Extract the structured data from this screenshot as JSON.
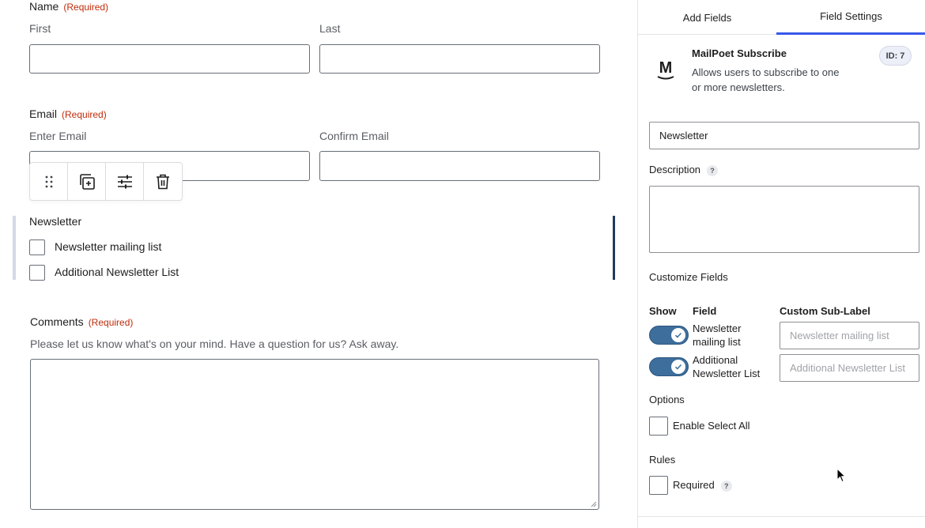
{
  "form": {
    "name": {
      "label": "Name",
      "required": "(Required)",
      "first": "First",
      "last": "Last"
    },
    "email": {
      "label": "Email",
      "required": "(Required)",
      "enter": "Enter Email",
      "confirm": "Confirm Email"
    },
    "newsletter": {
      "label": "Newsletter",
      "options": [
        "Newsletter mailing list",
        "Additional Newsletter List"
      ]
    },
    "comments": {
      "label": "Comments",
      "required": "(Required)",
      "description": "Please let us know what's on your mind. Have a question for us? Ask away."
    },
    "toolbar_icons": [
      "drag-handle-icon",
      "duplicate-icon",
      "settings-sliders-icon",
      "trash-icon"
    ]
  },
  "panel": {
    "tabs": [
      "Add Fields",
      "Field Settings"
    ],
    "active_tab": "Field Settings",
    "field": {
      "title": "MailPoet Subscribe",
      "description_line1": "Allows users to subscribe to one",
      "description_line2": "or more newsletters.",
      "id_badge": "ID: 7"
    },
    "label_value": "Newsletter",
    "description_label": "Description",
    "help_glyph": "?",
    "customize_label": "Customize Fields",
    "columns": {
      "show": "Show",
      "field": "Field",
      "sub_label": "Custom Sub-Label"
    },
    "rows": [
      {
        "field_line1": "Newsletter",
        "field_line2": "mailing list",
        "placeholder": "Newsletter mailing list",
        "enabled": true
      },
      {
        "field_line1": "Additional",
        "field_line2": "Newsletter List",
        "placeholder": "Additional Newsletter List",
        "enabled": true
      }
    ],
    "options_label": "Options",
    "select_all_label": "Enable Select All",
    "rules_label": "Rules",
    "required_label": "Required"
  },
  "colors": {
    "accent": "#3858e9",
    "toggle": "#3d6e9c",
    "required": "#c02b0a",
    "selection": "#1f3a5f"
  }
}
